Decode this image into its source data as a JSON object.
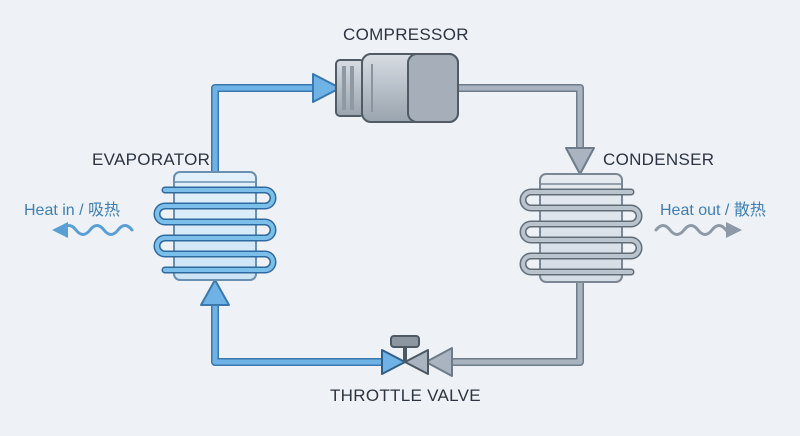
{
  "labels": {
    "compressor": "COMPRESSOR",
    "evaporator": "EVAPORATOR",
    "condenser": "CONDENSER",
    "throttle_valve": "THROTTLE VALVE",
    "heat_in": "Heat in / 吸热",
    "heat_out": "Heat out / 散热"
  },
  "colors": {
    "cold_line": "#6fb3e6",
    "cold_line_stroke": "#3b78ad",
    "hot_line": "#a9b4c0",
    "hot_line_stroke": "#6e7b88",
    "coil_blue": "#7cbfea",
    "coil_gray": "#b9c4cf",
    "heat_in_arrow": "#5a9fd4",
    "heat_out_arrow": "#8d99a6",
    "background": "#eef1f5"
  }
}
